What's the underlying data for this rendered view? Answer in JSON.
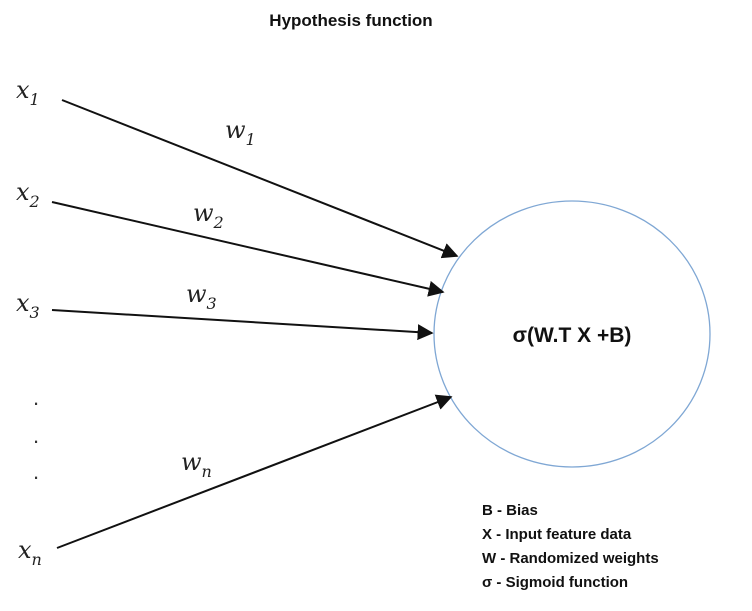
{
  "title": "Hypothesis function",
  "inputs": [
    {
      "symbol": "x",
      "subscript": "1"
    },
    {
      "symbol": "x",
      "subscript": "2"
    },
    {
      "symbol": "x",
      "subscript": "3"
    },
    {
      "symbol": "x",
      "subscript": "n"
    }
  ],
  "weights": [
    {
      "symbol": "w",
      "subscript": "1"
    },
    {
      "symbol": "w",
      "subscript": "2"
    },
    {
      "symbol": "w",
      "subscript": "3"
    },
    {
      "symbol": "w",
      "subscript": "n"
    }
  ],
  "ellipsis": [
    ".",
    ".",
    "."
  ],
  "node_formula": "σ(W.T X +B)",
  "legend": [
    "B - Bias",
    "X - Input feature data",
    "W - Randomized weights",
    "σ - Sigmoid function"
  ],
  "colors": {
    "node_stroke": "#7fa7d4",
    "arrow": "#111111"
  }
}
